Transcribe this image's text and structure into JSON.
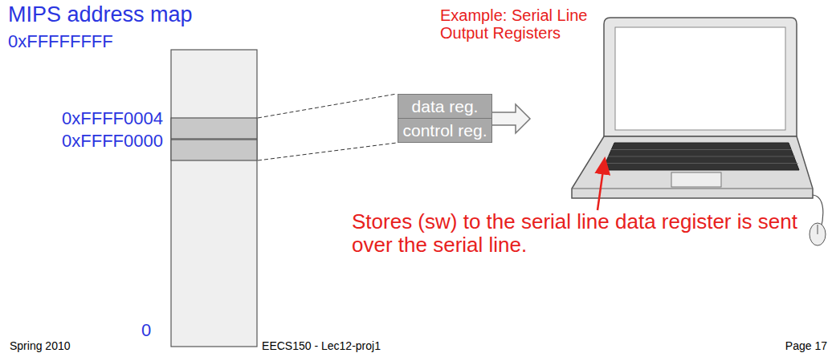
{
  "diagram": {
    "title": "MIPS address map",
    "nodes": [
      {
        "text": [
          "data reg."
        ]
      },
      {
        "text": [
          "control reg."
        ]
      }
    ],
    "labels": [
      "0xFFFFFFFF",
      "0xFFFF0004",
      "0xFFFF0000",
      "0",
      "Example:  Serial Line Output Registers",
      "Stores (sw) to the serial line data register is sent over the serial line.",
      "Spring 2010",
      "EECS150 - Lec12-proj1",
      "Page 17"
    ]
  }
}
